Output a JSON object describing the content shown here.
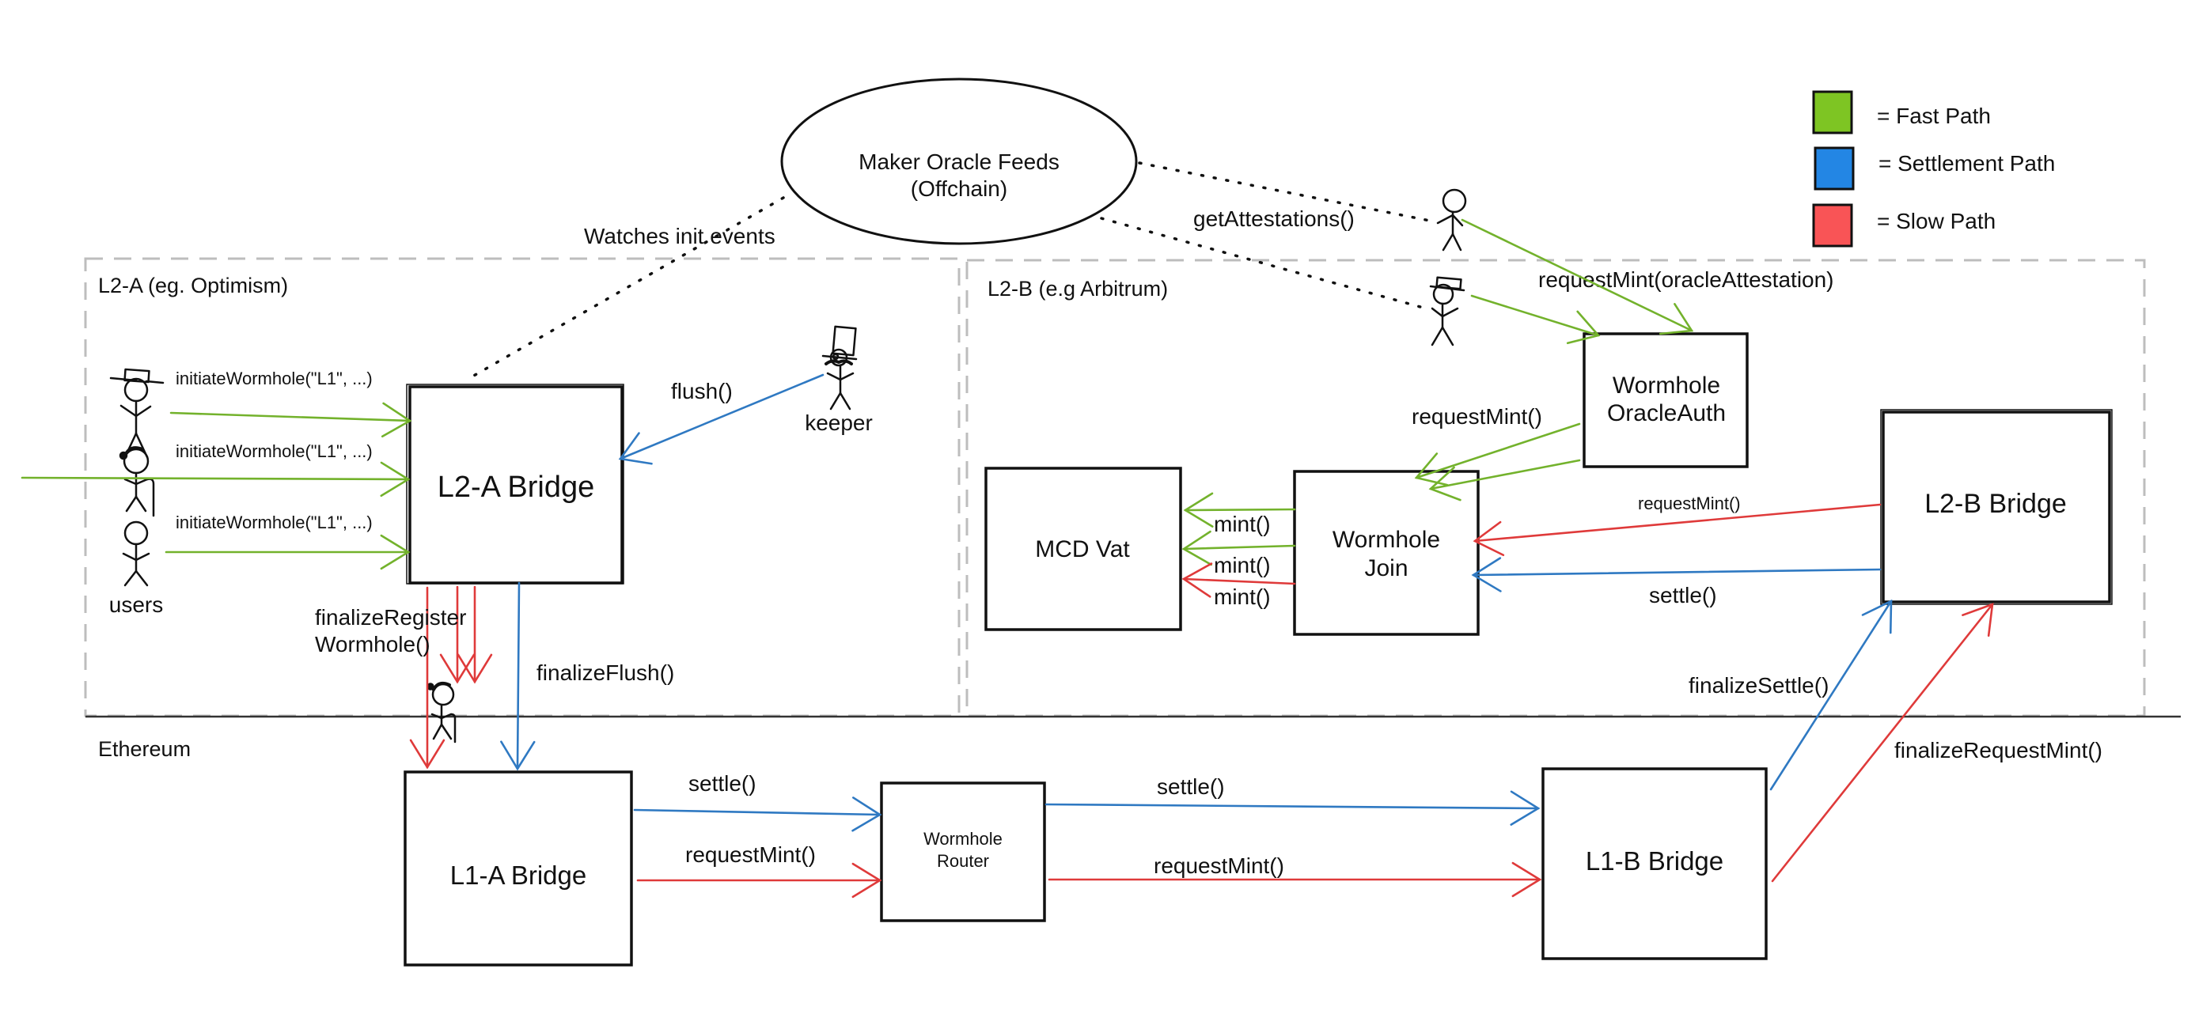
{
  "colors": {
    "fast": "#73b22c",
    "settlement": "#2f79c2",
    "slow": "#df3a3a",
    "legend_fast": "#7ec523",
    "legend_settlement": "#2386e4",
    "legend_slow": "#f95456",
    "zone_border": "#bdbdbd"
  },
  "legend": {
    "items": [
      {
        "key": "fast",
        "label": "= Fast Path"
      },
      {
        "key": "settlement",
        "label": "= Settlement Path"
      },
      {
        "key": "slow",
        "label": "= Slow Path"
      }
    ]
  },
  "oracle": {
    "line1": "Maker Oracle Feeds",
    "line2": "(Offchain)"
  },
  "zones": {
    "l2a": "L2-A (eg. Optimism)",
    "l2b": "L2-B (e.g Arbitrum)",
    "ethereum": "Ethereum"
  },
  "nodes": {
    "l2a_bridge": "L2-A Bridge",
    "l2b_bridge": "L2-B Bridge",
    "mcd_vat": "MCD Vat",
    "wormhole_join": [
      "Wormhole",
      "Join"
    ],
    "wormhole_oracle_auth": [
      "Wormhole",
      "OracleAuth"
    ],
    "l1a_bridge": "L1-A Bridge",
    "l1b_bridge": "L1-B Bridge",
    "wormhole_router": [
      "Wormhole",
      "Router"
    ]
  },
  "actors": {
    "users": "users",
    "keeper": "keeper"
  },
  "edge_labels": {
    "watches": "Watches init events",
    "get_attestations": "getAttestations()",
    "request_mint_oracle": "requestMint(oracleAttestation)",
    "initiate": "initiateWormhole(\"L1\", ...)",
    "flush": "flush()",
    "finalize_register": [
      "finalizeRegister",
      "Wormhole()"
    ],
    "finalize_flush": "finalizeFlush()",
    "request_mint_auth": "requestMint()",
    "mint": "mint()",
    "request_mint_l2b": "requestMint()",
    "settle_l2b": "settle()",
    "finalize_settle": "finalizeSettle()",
    "finalize_request_mint": "finalizeRequestMint()",
    "settle_l1a": "settle()",
    "request_mint_l1a": "requestMint()",
    "settle_router": "settle()",
    "request_mint_router": "requestMint()"
  }
}
